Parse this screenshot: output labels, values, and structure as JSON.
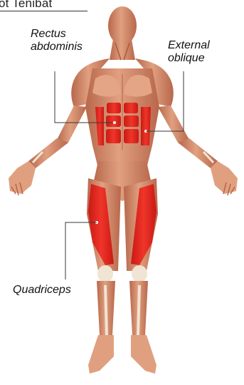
{
  "title_fragment": "ot Tenibat",
  "labels": {
    "rectus": [
      "Rectus",
      "abdominis"
    ],
    "oblique": [
      "External",
      "oblique"
    ],
    "quadriceps": "Quadriceps"
  },
  "colors": {
    "muscle_base": "#d58a68",
    "muscle_shadow": "#b5644a",
    "muscle_light": "#eab294",
    "highlight": "#e3261f",
    "tendon": "#f0e4d4",
    "leader_line": "#3a3a3a"
  }
}
